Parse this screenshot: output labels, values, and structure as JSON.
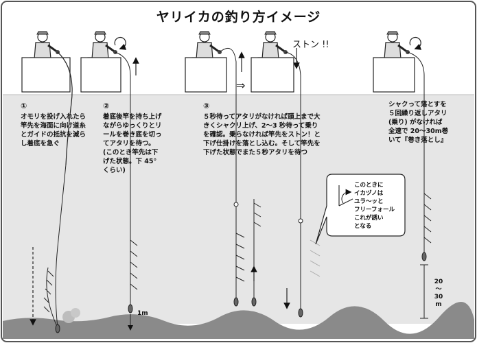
{
  "title": "ヤリイカの釣り方イメージ",
  "step1": {
    "number": "①",
    "lines": [
      "オモリを投げ入れたら",
      "竿先を海面に向け道糸",
      "とガイドの抵抗を減ら",
      "し着底を急ぐ"
    ]
  },
  "step2": {
    "number": "②",
    "lines": [
      "着底後竿を持ち上げ",
      "ながらゆっくりとリ",
      "ールを巻き底を切っ",
      "てアタリを待つ。",
      "(このとき竿先は下",
      "げた状態。下 45°",
      "くらい)"
    ],
    "depth_label": "1m"
  },
  "step3": {
    "number": "③",
    "lines": [
      "５秒待ってアタリがなければ頭上まで大",
      "きくシャクリ上げ、2〜3 秒待って乗り",
      "を確認。乗らなければ竿先をストン！と",
      "下げ仕掛けを落とし込む。そして竿先を",
      "下げた状態でまた５秒アタリを待つ"
    ],
    "sound": "ストン !!"
  },
  "callout": {
    "lines": [
      "このときに",
      "イカヅノは",
      "ユラ〜ッと",
      "フリーフォール",
      "これが誘い",
      "となる"
    ]
  },
  "step4": {
    "lines": [
      "シャクって落とすを",
      "５回繰り返しアタリ",
      "(乗り) がなければ",
      "全速で 20〜30m巻",
      "いて『巻き落とし』"
    ],
    "depth_label": [
      "20",
      "〜",
      "30",
      "m"
    ]
  }
}
